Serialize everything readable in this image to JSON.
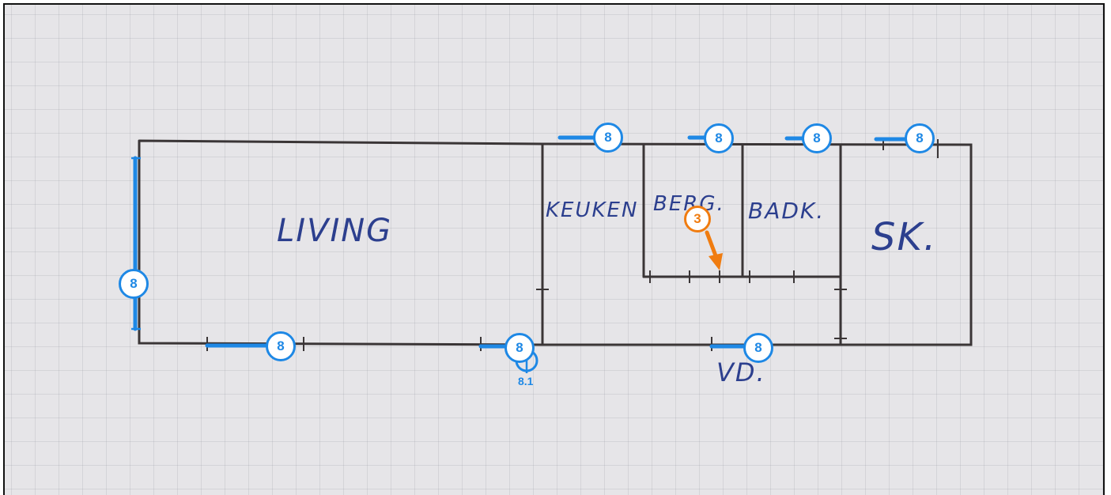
{
  "rooms": {
    "living": "LIVING",
    "keuken": "KEUKEN",
    "berg": "BERG.",
    "badk": "BADK.",
    "sk": "SK.",
    "vd": "VD."
  },
  "annotations": {
    "left_wall": "8",
    "bottom_living": "8",
    "bottom_corner": "8",
    "bottom_corner_sub": "8.1",
    "bottom_vd": "8",
    "top_keuken": "8",
    "top_berg": "8",
    "top_badk": "8",
    "top_sk": "8",
    "arrow_label": "3"
  },
  "colors": {
    "annotation_blue": "#1e88e5",
    "annotation_orange": "#f07c10",
    "ink": "#3a3536",
    "label_ink": "#2c3f8e"
  }
}
